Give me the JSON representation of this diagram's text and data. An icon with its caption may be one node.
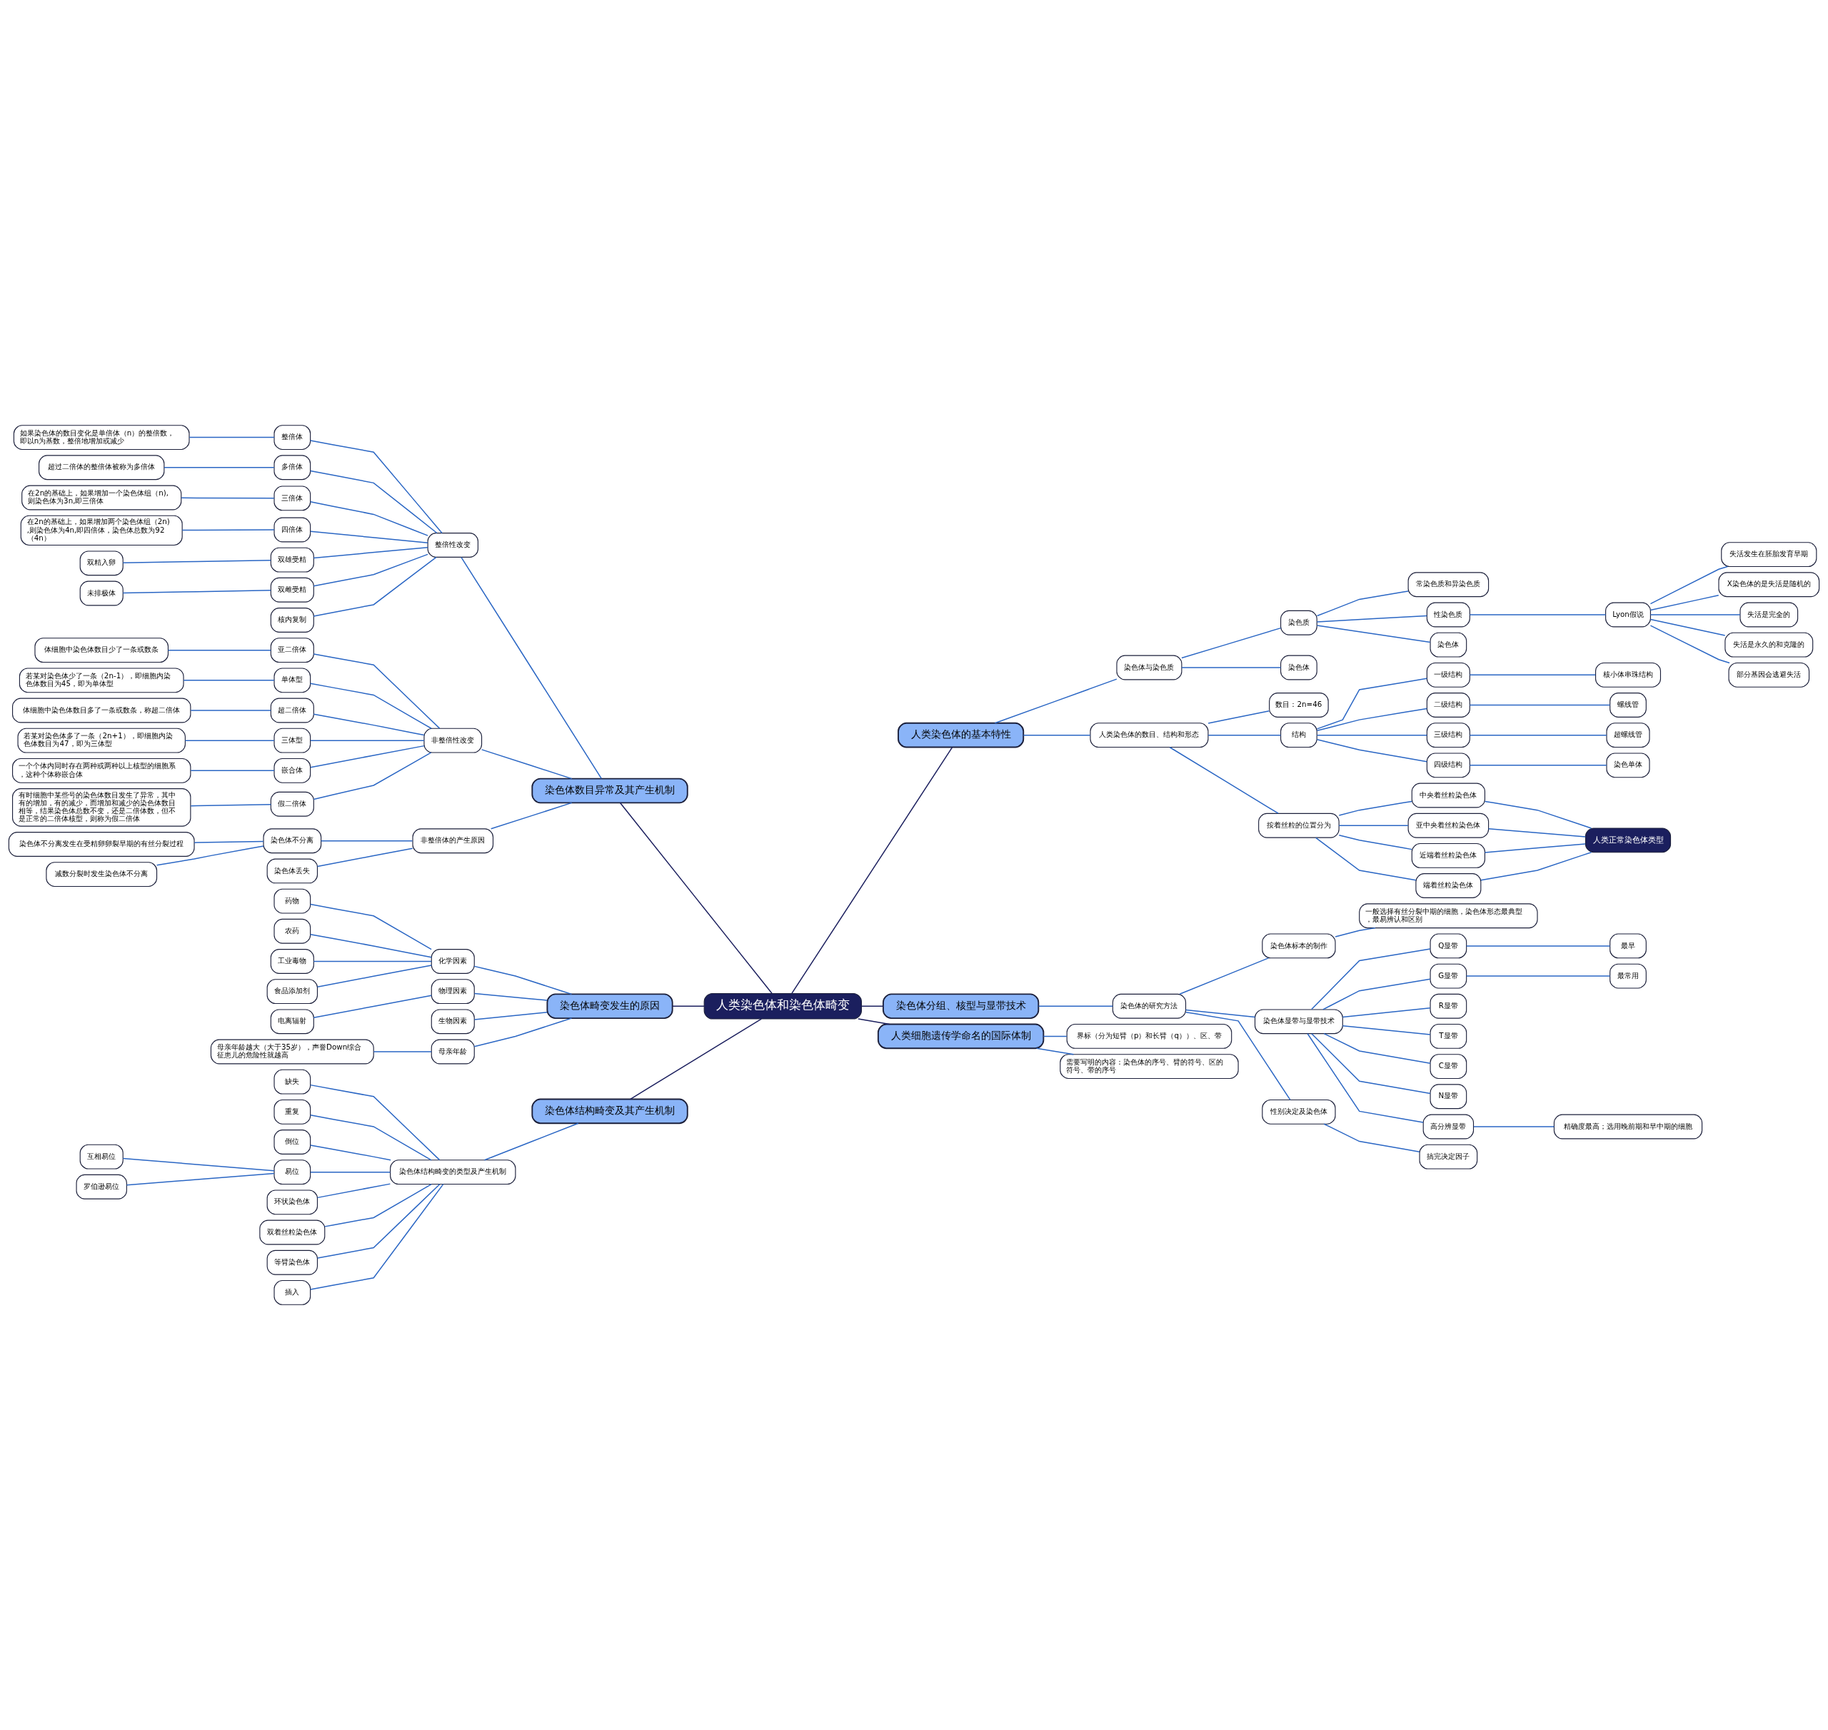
{
  "diagram": {
    "nodes": [
      {
        "text": [
          "人类染色体和染色体畸变"
        ]
      },
      {
        "text": [
          "人类染色体的基本特性"
        ]
      },
      {
        "text": [
          "染色体与染色质"
        ]
      },
      {
        "text": [
          "染色质"
        ]
      },
      {
        "text": [
          "常染色质和异染色质"
        ]
      },
      {
        "text": [
          "性染色质"
        ]
      },
      {
        "text": [
          "Lyon假说"
        ]
      },
      {
        "text": [
          "失活发生在胚胎发育早期"
        ]
      },
      {
        "text": [
          "X染色体的是失活是随机的"
        ]
      },
      {
        "text": [
          "失活是完全的"
        ]
      },
      {
        "text": [
          "失活是永久的和克隆的"
        ]
      },
      {
        "text": [
          "部分基因会逃避失活"
        ]
      },
      {
        "text": [
          "染色体"
        ]
      },
      {
        "text": [
          "染色体"
        ]
      },
      {
        "text": [
          "人类染色体的数目、结构和形态"
        ]
      },
      {
        "text": [
          "数目：2n=46"
        ]
      },
      {
        "text": [
          "结构"
        ]
      },
      {
        "text": [
          "一级结构"
        ]
      },
      {
        "text": [
          "核小体串珠结构"
        ]
      },
      {
        "text": [
          "二级结构"
        ]
      },
      {
        "text": [
          "螺线管"
        ]
      },
      {
        "text": [
          "三级结构"
        ]
      },
      {
        "text": [
          "超螺线管"
        ]
      },
      {
        "text": [
          "四级结构"
        ]
      },
      {
        "text": [
          "染色单体"
        ]
      },
      {
        "text": [
          "按着丝粒的位置分为"
        ]
      },
      {
        "text": [
          "中央着丝粒染色体"
        ]
      },
      {
        "text": [
          "亚中央着丝粒染色体"
        ]
      },
      {
        "text": [
          "近端着丝粒染色体"
        ]
      },
      {
        "text": [
          "端着丝粒染色体"
        ]
      },
      {
        "text": [
          "人类正常染色体类型"
        ]
      },
      {
        "text": [
          "染色体分组、核型与显带技术"
        ]
      },
      {
        "text": [
          "染色体的研究方法"
        ]
      },
      {
        "text": [
          "染色体标本的制作"
        ]
      },
      {
        "text": [
          "一般选择有丝分裂中期的细胞，染色体形态最典型，最易辨认和区别"
        ]
      },
      {
        "text": [
          "染色体显带与显带技术"
        ]
      },
      {
        "text": [
          "Q显带"
        ]
      },
      {
        "text": [
          "最早"
        ]
      },
      {
        "text": [
          "G显带"
        ]
      },
      {
        "text": [
          "最常用"
        ]
      },
      {
        "text": [
          "R显带"
        ]
      },
      {
        "text": [
          "T显带"
        ]
      },
      {
        "text": [
          "C显带"
        ]
      },
      {
        "text": [
          "N显带"
        ]
      },
      {
        "text": [
          "高分辨显带"
        ]
      },
      {
        "text": [
          "精确度最高；选用晚前期和早中期的细胞"
        ]
      },
      {
        "text": [
          "性别决定及染色体"
        ]
      },
      {
        "text": [
          "搞完决定因子"
        ]
      },
      {
        "text": [
          "人类细胞遗传学命名的国际体制"
        ]
      },
      {
        "text": [
          "界标（分为短臂（p）和长臂（q））、区、带"
        ]
      },
      {
        "text": [
          "需要写明的内容：染色体的序号、臂的符号、区的符号、带的序号"
        ]
      },
      {
        "text": [
          "染色体数目异常及其产生机制"
        ]
      },
      {
        "text": [
          "整倍性改变"
        ]
      },
      {
        "text": [
          "整倍体"
        ]
      },
      {
        "text": [
          "如果染色体的数目变化是单倍体（n）的整倍数，即以n为基数，整倍地增加或减少"
        ]
      },
      {
        "text": [
          "多倍体"
        ]
      },
      {
        "text": [
          "超过二倍体的整倍体被称为多倍体"
        ]
      },
      {
        "text": [
          "三倍体"
        ]
      },
      {
        "text": [
          "在2n的基础上，如果增加一个染色体组（n),则染色体为3n,即三倍体"
        ]
      },
      {
        "text": [
          "四倍体"
        ]
      },
      {
        "text": [
          "在2n的基础上，如果增加两个染色体组（2n),则染色体为4n,即四倍体，染色体总数为92（4n）"
        ]
      },
      {
        "text": [
          "双雄受精"
        ]
      },
      {
        "text": [
          "双精入卵"
        ]
      },
      {
        "text": [
          "双雌受精"
        ]
      },
      {
        "text": [
          "未排极体"
        ]
      },
      {
        "text": [
          "核内复制"
        ]
      },
      {
        "text": [
          "非整倍性改变"
        ]
      },
      {
        "text": [
          "亚二倍体"
        ]
      },
      {
        "text": [
          "体细胞中染色体数目少了一条或数条"
        ]
      },
      {
        "text": [
          "单体型"
        ]
      },
      {
        "text": [
          "若某对染色体少了一条（2n-1），即细胞内染色体数目为45，即为单体型"
        ]
      },
      {
        "text": [
          "超二倍体"
        ]
      },
      {
        "text": [
          "体细胞中染色体数目多了一条或数条，称超二倍体"
        ]
      },
      {
        "text": [
          "三体型"
        ]
      },
      {
        "text": [
          "若某对染色体多了一条（2n+1），即细胞内染色体数目为47，即为三体型"
        ]
      },
      {
        "text": [
          "嵌合体"
        ]
      },
      {
        "text": [
          "一个个体内同时存在两种或两种以上核型的细胞系，这种个体称嵌合体"
        ]
      },
      {
        "text": [
          "假二倍体"
        ]
      },
      {
        "text": [
          "有时细胞中某些号的染色体数目发生了异常，其中有的增加，有的减少，而增加和减少的染色体数目相等，结果染色体总数不变，还是二倍体数，但不是正常的二倍体核型，则称为假二倍体"
        ]
      },
      {
        "text": [
          "非整倍体的产生原因"
        ]
      },
      {
        "text": [
          "染色体不分离"
        ]
      },
      {
        "text": [
          "染色体不分离发生在受精卵卵裂早期的有丝分裂过程"
        ]
      },
      {
        "text": [
          "减数分裂时发生染色体不分离"
        ]
      },
      {
        "text": [
          "染色体丢失"
        ]
      },
      {
        "text": [
          "染色体畸变发生的原因"
        ]
      },
      {
        "text": [
          "化学因素"
        ]
      },
      {
        "text": [
          "药物"
        ]
      },
      {
        "text": [
          "农药"
        ]
      },
      {
        "text": [
          "工业毒物"
        ]
      },
      {
        "text": [
          "食品添加剂"
        ]
      },
      {
        "text": [
          "物理因素"
        ]
      },
      {
        "text": [
          "电离辐射"
        ]
      },
      {
        "text": [
          "生物因素"
        ]
      },
      {
        "text": [
          "母亲年龄"
        ]
      },
      {
        "text": [
          "母亲年龄越大（大于35岁），声誉Down综合征患儿的危险性就越高"
        ]
      },
      {
        "text": [
          "染色体结构畸变及其产生机制"
        ]
      },
      {
        "text": [
          "染色体结构畸变的类型及产生机制"
        ]
      },
      {
        "text": [
          "缺失"
        ]
      },
      {
        "text": [
          "重复"
        ]
      },
      {
        "text": [
          "倒位"
        ]
      },
      {
        "text": [
          "易位"
        ]
      },
      {
        "text": [
          "互相易位"
        ]
      },
      {
        "text": [
          "罗伯逊易位"
        ]
      },
      {
        "text": [
          "环状染色体"
        ]
      },
      {
        "text": [
          "双着丝粒染色体"
        ]
      },
      {
        "text": [
          "等臂染色体"
        ]
      },
      {
        "text": [
          "插入"
        ]
      }
    ],
    "edges": [
      {
        "from": 0,
        "to": 1,
        "arrow": "none",
        "color": "#1b1f5e"
      },
      {
        "from": 1,
        "to": 2,
        "arrow": "none"
      },
      {
        "from": 2,
        "to": 3,
        "arrow": "none"
      },
      {
        "from": 3,
        "to": 4,
        "arrow": "none"
      },
      {
        "from": 3,
        "to": 5,
        "arrow": "none"
      },
      {
        "from": 5,
        "to": 6,
        "arrow": "none"
      },
      {
        "from": 6,
        "to": 7,
        "arrow": "none"
      },
      {
        "from": 6,
        "to": 8,
        "arrow": "none"
      },
      {
        "from": 6,
        "to": 9,
        "arrow": "none"
      },
      {
        "from": 6,
        "to": 10,
        "arrow": "none"
      },
      {
        "from": 6,
        "to": 11,
        "arrow": "none"
      },
      {
        "from": 3,
        "to": 13,
        "arrow": "none"
      },
      {
        "from": 2,
        "to": 12,
        "arrow": "none"
      },
      {
        "from": 1,
        "to": 14,
        "arrow": "none"
      },
      {
        "from": 14,
        "to": 15,
        "arrow": "none"
      },
      {
        "from": 14,
        "to": 16,
        "arrow": "none"
      },
      {
        "from": 16,
        "to": 17,
        "arrow": "none"
      },
      {
        "from": 17,
        "to": 18,
        "arrow": "none"
      },
      {
        "from": 16,
        "to": 19,
        "arrow": "none"
      },
      {
        "from": 19,
        "to": 20,
        "arrow": "none"
      },
      {
        "from": 16,
        "to": 21,
        "arrow": "none"
      },
      {
        "from": 21,
        "to": 22,
        "arrow": "none"
      },
      {
        "from": 16,
        "to": 23,
        "arrow": "none"
      },
      {
        "from": 23,
        "to": 24,
        "arrow": "none"
      },
      {
        "from": 14,
        "to": 25,
        "arrow": "none"
      },
      {
        "from": 25,
        "to": 26,
        "arrow": "none"
      },
      {
        "from": 25,
        "to": 27,
        "arrow": "none"
      },
      {
        "from": 25,
        "to": 28,
        "arrow": "none"
      },
      {
        "from": 25,
        "to": 29,
        "arrow": "none"
      },
      {
        "from": 26,
        "to": 30,
        "arrow": "none"
      },
      {
        "from": 27,
        "to": 30,
        "arrow": "none"
      },
      {
        "from": 28,
        "to": 30,
        "arrow": "none"
      },
      {
        "from": 29,
        "to": 30,
        "arrow": "none"
      },
      {
        "from": 0,
        "to": 31,
        "arrow": "none",
        "color": "#1b1f5e"
      },
      {
        "from": 31,
        "to": 32,
        "arrow": "none"
      },
      {
        "from": 32,
        "to": 33,
        "arrow": "none"
      },
      {
        "from": 33,
        "to": 34,
        "arrow": "none"
      },
      {
        "from": 32,
        "to": 35,
        "arrow": "none"
      },
      {
        "from": 35,
        "to": 36,
        "arrow": "none"
      },
      {
        "from": 36,
        "to": 37,
        "arrow": "none"
      },
      {
        "from": 35,
        "to": 38,
        "arrow": "none"
      },
      {
        "from": 38,
        "to": 39,
        "arrow": "none"
      },
      {
        "from": 35,
        "to": 40,
        "arrow": "none"
      },
      {
        "from": 35,
        "to": 41,
        "arrow": "none"
      },
      {
        "from": 35,
        "to": 42,
        "arrow": "none"
      },
      {
        "from": 35,
        "to": 43,
        "arrow": "none"
      },
      {
        "from": 35,
        "to": 44,
        "arrow": "none"
      },
      {
        "from": 44,
        "to": 45,
        "arrow": "none"
      },
      {
        "from": 32,
        "to": 46,
        "arrow": "none"
      },
      {
        "from": 46,
        "to": 47,
        "arrow": "none"
      },
      {
        "from": 0,
        "to": 48,
        "arrow": "none",
        "color": "#1b1f5e"
      },
      {
        "from": 48,
        "to": 49,
        "arrow": "none"
      },
      {
        "from": 48,
        "to": 50,
        "arrow": "none"
      },
      {
        "from": 0,
        "to": 51,
        "arrow": "none",
        "color": "#1b1f5e"
      },
      {
        "from": 51,
        "to": 52,
        "arrow": "none"
      },
      {
        "from": 52,
        "to": 53,
        "arrow": "none"
      },
      {
        "from": 53,
        "to": 54,
        "arrow": "none"
      },
      {
        "from": 52,
        "to": 55,
        "arrow": "none"
      },
      {
        "from": 55,
        "to": 56,
        "arrow": "none"
      },
      {
        "from": 52,
        "to": 57,
        "arrow": "none"
      },
      {
        "from": 57,
        "to": 58,
        "arrow": "none"
      },
      {
        "from": 52,
        "to": 59,
        "arrow": "none"
      },
      {
        "from": 59,
        "to": 60,
        "arrow": "none"
      },
      {
        "from": 52,
        "to": 61,
        "arrow": "none"
      },
      {
        "from": 61,
        "to": 62,
        "arrow": "none"
      },
      {
        "from": 52,
        "to": 63,
        "arrow": "none"
      },
      {
        "from": 63,
        "to": 64,
        "arrow": "none"
      },
      {
        "from": 52,
        "to": 65,
        "arrow": "none"
      },
      {
        "from": 51,
        "to": 66,
        "arrow": "none"
      },
      {
        "from": 66,
        "to": 67,
        "arrow": "none"
      },
      {
        "from": 67,
        "to": 68,
        "arrow": "none"
      },
      {
        "from": 66,
        "to": 69,
        "arrow": "none"
      },
      {
        "from": 69,
        "to": 70,
        "arrow": "none"
      },
      {
        "from": 66,
        "to": 71,
        "arrow": "none"
      },
      {
        "from": 71,
        "to": 72,
        "arrow": "none"
      },
      {
        "from": 66,
        "to": 73,
        "arrow": "none"
      },
      {
        "from": 73,
        "to": 74,
        "arrow": "none"
      },
      {
        "from": 66,
        "to": 75,
        "arrow": "none"
      },
      {
        "from": 75,
        "to": 76,
        "arrow": "none"
      },
      {
        "from": 66,
        "to": 77,
        "arrow": "none"
      },
      {
        "from": 77,
        "to": 78,
        "arrow": "none"
      },
      {
        "from": 51,
        "to": 79,
        "arrow": "none"
      },
      {
        "from": 79,
        "to": 80,
        "arrow": "none"
      },
      {
        "from": 80,
        "to": 81,
        "arrow": "none"
      },
      {
        "from": 80,
        "to": 82,
        "arrow": "none"
      },
      {
        "from": 79,
        "to": 83,
        "arrow": "none"
      },
      {
        "from": 0,
        "to": 84,
        "arrow": "none",
        "color": "#1b1f5e"
      },
      {
        "from": 84,
        "to": 85,
        "arrow": "none"
      },
      {
        "from": 85,
        "to": 86,
        "arrow": "none"
      },
      {
        "from": 85,
        "to": 87,
        "arrow": "none"
      },
      {
        "from": 85,
        "to": 88,
        "arrow": "none"
      },
      {
        "from": 85,
        "to": 89,
        "arrow": "none"
      },
      {
        "from": 84,
        "to": 90,
        "arrow": "none"
      },
      {
        "from": 90,
        "to": 91,
        "arrow": "none"
      },
      {
        "from": 84,
        "to": 92,
        "arrow": "none"
      },
      {
        "from": 84,
        "to": 93,
        "arrow": "none"
      },
      {
        "from": 93,
        "to": 94,
        "arrow": "none"
      },
      {
        "from": 0,
        "to": 95,
        "arrow": "none",
        "color": "#1b1f5e"
      },
      {
        "from": 95,
        "to": 96,
        "arrow": "none"
      },
      {
        "from": 96,
        "to": 97,
        "arrow": "none"
      },
      {
        "from": 96,
        "to": 98,
        "arrow": "none"
      },
      {
        "from": 96,
        "to": 99,
        "arrow": "none"
      },
      {
        "from": 96,
        "to": 100,
        "arrow": "none"
      },
      {
        "from": 100,
        "to": 101,
        "arrow": "none"
      },
      {
        "from": 100,
        "to": 102,
        "arrow": "none"
      },
      {
        "from": 96,
        "to": 103,
        "arrow": "none"
      },
      {
        "from": 96,
        "to": 104,
        "arrow": "none"
      },
      {
        "from": 96,
        "to": 105,
        "arrow": "none"
      },
      {
        "from": 96,
        "to": 106,
        "arrow": "none"
      }
    ]
  }
}
